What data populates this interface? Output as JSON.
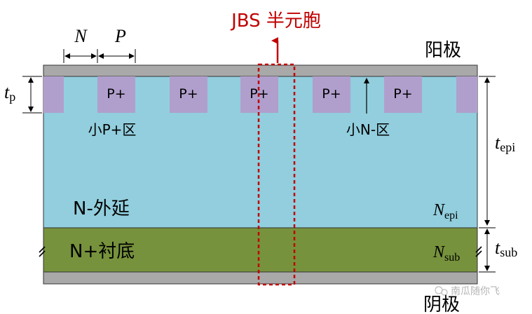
{
  "diagram": {
    "jbs_label": "JBS 半元胞",
    "anode_label": "阳极",
    "cathode_label": "阴极",
    "p_plus_label": "P+",
    "small_p_region_label": "小P+区",
    "small_n_region_label": "小N-区",
    "n_epi_layer_label": "N-外延",
    "n_plus_sub_label": "N+衬底",
    "dim_N": "N",
    "dim_P": "P",
    "t_symbol": "t",
    "N_symbol": "N",
    "sub_p": "p",
    "sub_epi": "epi",
    "sub_sub": "sub",
    "watermark": "南瓜随你飞",
    "colors": {
      "metal": "#a9a9a9",
      "epi": "#92cedd",
      "p_plus": "#b09fcd",
      "substrate": "#77923c",
      "jbs_red": "#c00000"
    }
  }
}
